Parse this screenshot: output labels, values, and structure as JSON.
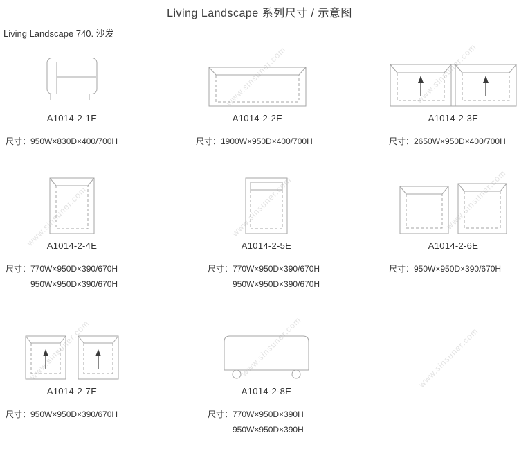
{
  "page": {
    "title": "Living Landscape  系列尺寸 / 示意图",
    "subtitle": "Living Landscape 740. 沙发",
    "watermark": "www.sinsuner.com"
  },
  "products": [
    {
      "model": "A1014-2-1E",
      "dims": [
        "尺寸：950W×830D×400/700H"
      ]
    },
    {
      "model": "A1014-2-2E",
      "dims": [
        "尺寸：1900W×950D×400/700H"
      ]
    },
    {
      "model": "A1014-2-3E",
      "dims": [
        "尺寸：2650W×950D×400/700H"
      ]
    },
    {
      "model": "A1014-2-4E",
      "dims": [
        "尺寸：770W×950D×390/670H",
        "950W×950D×390/670H"
      ]
    },
    {
      "model": "A1014-2-5E",
      "dims": [
        "尺寸：770W×950D×390/670H",
        "950W×950D×390/670H"
      ]
    },
    {
      "model": "A1014-2-6E",
      "dims": [
        "尺寸：950W×950D×390/670H"
      ]
    },
    {
      "model": "A1014-2-7E",
      "dims": [
        "尺寸：950W×950D×390/670H"
      ]
    },
    {
      "model": "A1014-2-8E",
      "dims": [
        "尺寸：770W×950D×390H",
        "950W×950D×390H"
      ]
    }
  ]
}
